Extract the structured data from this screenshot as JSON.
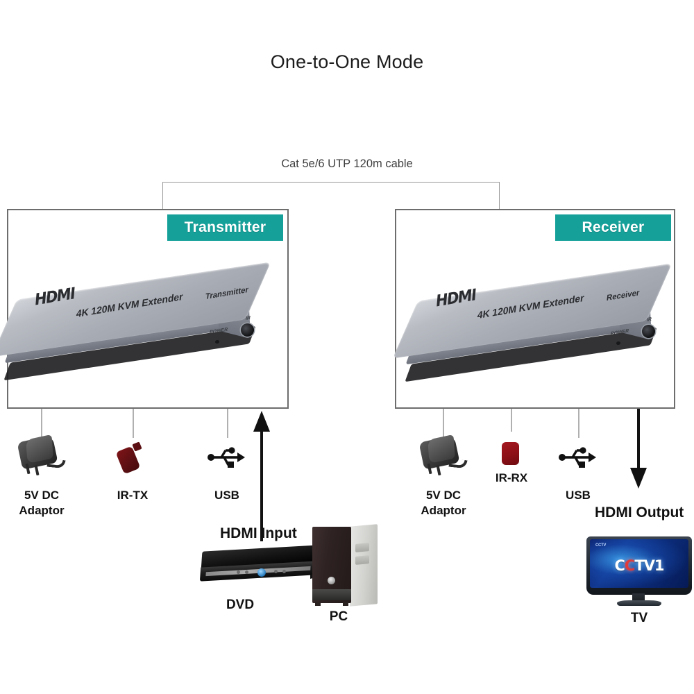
{
  "page": {
    "title": "One-to-One Mode",
    "background": "#ffffff"
  },
  "cable": {
    "label": "Cat 5e/6 UTP 120m cable",
    "bracket_color": "#9a9a9a"
  },
  "colors": {
    "badge_teal": "#15a19a",
    "box_border": "#6d6d6d",
    "arrow_black": "#111111",
    "drop_line": "#b0b0b0",
    "ir_tx_red": "#5b0f12",
    "ir_rx_red": "#8d1017"
  },
  "transmitter": {
    "badge": "Transmitter",
    "device": {
      "brand": "HDMI",
      "model": "4K 120M KVM Extender",
      "role": "Transmitter",
      "power_label": "POWER",
      "ir_label": "IR"
    },
    "peripherals": [
      {
        "icon": "power-adaptor-icon",
        "label": "5V DC\nAdaptor"
      },
      {
        "icon": "ir-emitter-icon",
        "label": "IR-TX"
      },
      {
        "icon": "usb-icon",
        "label": "USB"
      }
    ],
    "signal": {
      "label": "HDMI Input",
      "direction": "up"
    }
  },
  "receiver": {
    "badge": "Receiver",
    "device": {
      "brand": "HDMI",
      "model": "4K 120M KVM Extender",
      "role": "Receiver",
      "power_label": "POWER",
      "ir_label": "IR"
    },
    "peripherals": [
      {
        "icon": "power-adaptor-icon",
        "label": "5V DC\nAdaptor"
      },
      {
        "icon": "ir-receiver-icon",
        "label": "IR-RX"
      },
      {
        "icon": "usb-icon",
        "label": "USB"
      }
    ],
    "signal": {
      "label": "HDMI Output",
      "direction": "down"
    }
  },
  "sources": [
    {
      "icon": "dvd-player-icon",
      "caption": "DVD"
    },
    {
      "icon": "pc-tower-icon",
      "caption": "PC"
    }
  ],
  "display": {
    "icon": "tv-icon",
    "caption": "TV",
    "screen_logo": "CCTV1",
    "screen_logo_parts": {
      "prefix": "C",
      "accent": "C",
      "suffix": "TV1"
    },
    "corner_logo": "CCTV"
  }
}
